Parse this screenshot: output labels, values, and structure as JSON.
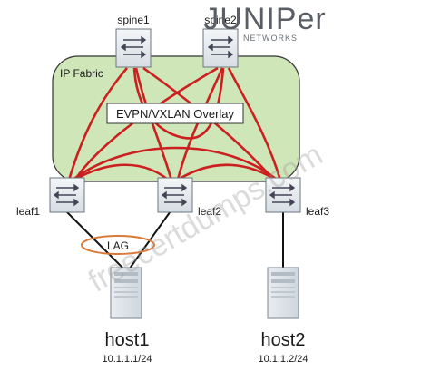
{
  "brand": {
    "logo_text": "JUNIPer",
    "sub_text": "NETWORKS",
    "color": "#5a5f66"
  },
  "fabric": {
    "label": "IP Fabric",
    "fill": "#cfe6b8",
    "overlay_label": "EVPN/VXLAN Overlay",
    "link_color": "#cc1f1f"
  },
  "nodes": {
    "spine1": "spine1",
    "spine2": "spine2",
    "leaf1": "leaf1",
    "leaf2": "leaf2",
    "leaf3": "leaf3"
  },
  "lag_label": "LAG",
  "lag_color": "#d97a3a",
  "hosts": [
    {
      "name": "host1",
      "ip": "10.1.1.1/24"
    },
    {
      "name": "host2",
      "ip": "10.1.1.2/24"
    }
  ],
  "watermark": "freecertdumps.com"
}
